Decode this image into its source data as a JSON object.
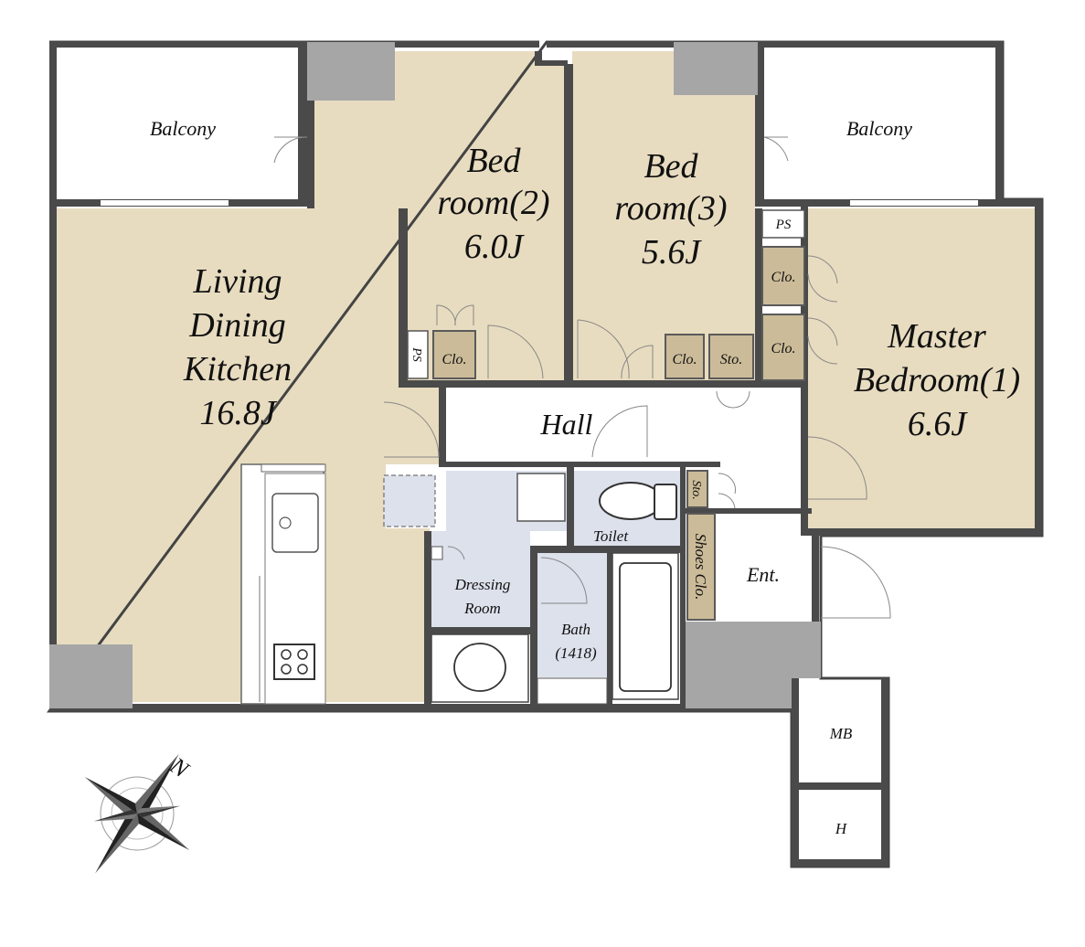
{
  "rooms": {
    "balcony_left": "Balcony",
    "balcony_right": "Balcony",
    "bedroom2": {
      "line1": "Bed",
      "line2": "room(2)",
      "size": "6.0J"
    },
    "bedroom3": {
      "line1": "Bed",
      "line2": "room(3)",
      "size": "5.6J"
    },
    "ldk": {
      "line1": "Living",
      "line2": "Dining",
      "line3": "Kitchen",
      "size": "16.8J"
    },
    "master": {
      "line1": "Master",
      "line2": "Bedroom(1)",
      "size": "6.6J"
    },
    "hall": "Hall",
    "toilet": "Toilet",
    "dressing": {
      "line1": "Dressing",
      "line2": "Room"
    },
    "bath": {
      "line1": "Bath",
      "line2": "(1418)"
    },
    "entrance": "Ent.",
    "shoes_closet": "Shoes Clo.",
    "mb": "MB",
    "h": "H"
  },
  "closets": {
    "ps_top": "PS",
    "ps_left": "PS",
    "clo_bed2": "Clo.",
    "clo_bed3": "Clo.",
    "sto_bed3": "Sto.",
    "clo_master_1": "Clo.",
    "clo_master_2": "Clo.",
    "sto_toilet": "Sto."
  },
  "compass": {
    "north_label": "N"
  },
  "colors": {
    "room_floor": "#e8dcc0",
    "wet_area": "#dde1ec",
    "wall": "#4a4a4a",
    "column": "#a6a6a6",
    "closet": "#cbbb98"
  }
}
